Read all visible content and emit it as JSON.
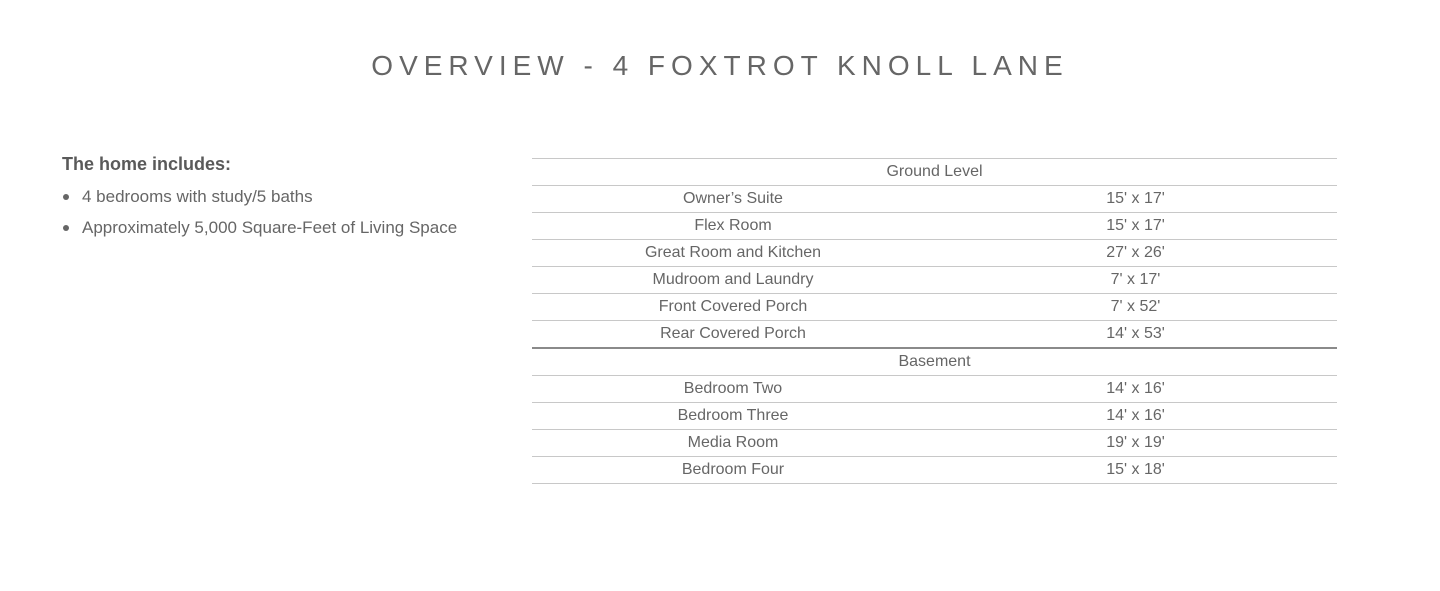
{
  "page": {
    "title": "OVERVIEW - 4 FOXTROT KNOLL LANE"
  },
  "includes": {
    "heading": "The home includes:",
    "items": [
      "4 bedrooms with study/5 baths",
      "Approximately 5,000 Square-Feet of Living Space"
    ]
  },
  "table": {
    "sections": [
      {
        "label": "Ground Level",
        "rows": [
          {
            "name": "Owner’s Suite",
            "dims": "15' x 17'"
          },
          {
            "name": "Flex Room",
            "dims": "15' x 17'"
          },
          {
            "name": "Great Room and Kitchen",
            "dims": "27' x 26'"
          },
          {
            "name": "Mudroom and Laundry",
            "dims": "7' x 17'"
          },
          {
            "name": "Front Covered Porch",
            "dims": "7' x 52'"
          },
          {
            "name": "Rear Covered Porch",
            "dims": "14' x 53'"
          }
        ]
      },
      {
        "label": "Basement",
        "rows": [
          {
            "name": "Bedroom Two",
            "dims": "14' x 16'"
          },
          {
            "name": "Bedroom Three",
            "dims": "14' x 16'"
          },
          {
            "name": "Media Room",
            "dims": "19' x 19'"
          },
          {
            "name": "Bedroom Four",
            "dims": "15' x 18'"
          }
        ]
      }
    ]
  }
}
